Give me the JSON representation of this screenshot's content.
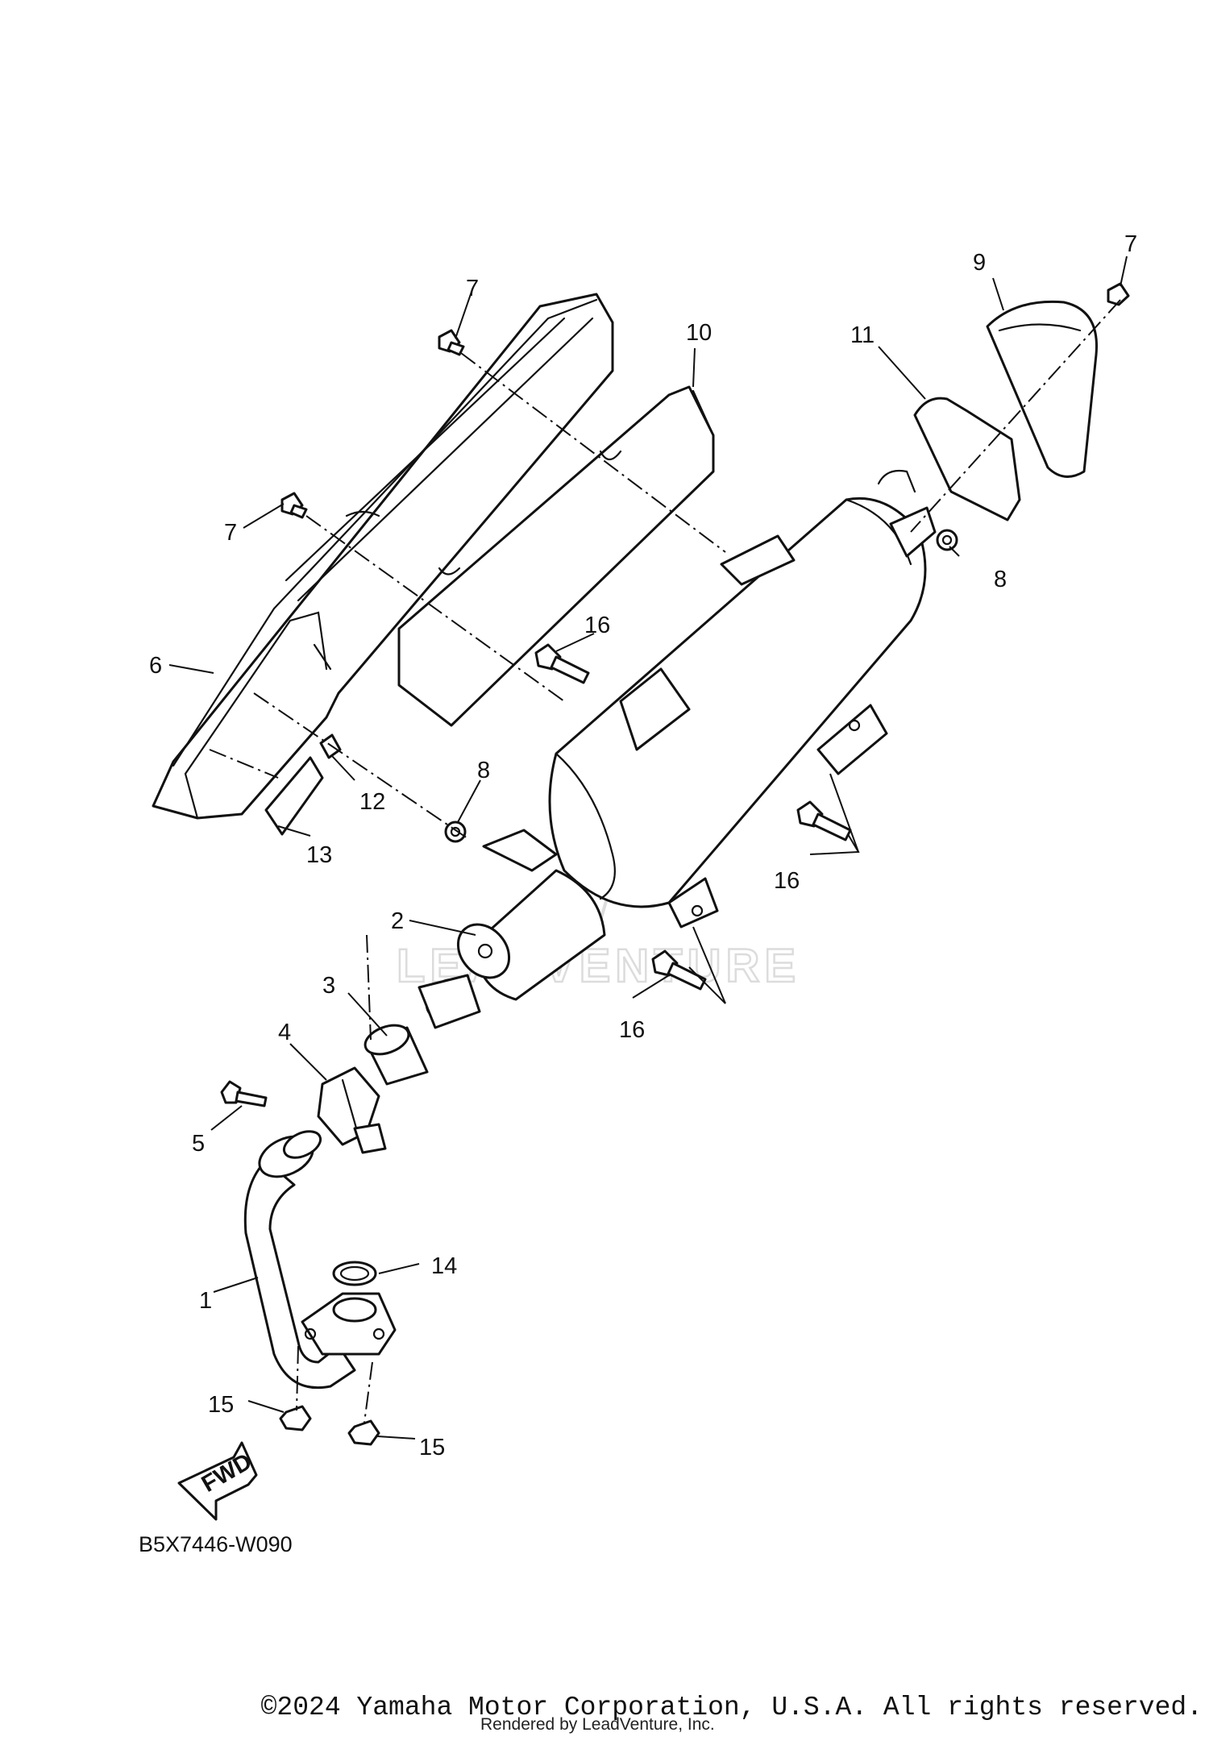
{
  "diagram": {
    "callouts": [
      {
        "id": "c1",
        "text": "1"
      },
      {
        "id": "c2",
        "text": "2"
      },
      {
        "id": "c3",
        "text": "3"
      },
      {
        "id": "c4",
        "text": "4"
      },
      {
        "id": "c5",
        "text": "5"
      },
      {
        "id": "c6",
        "text": "6"
      },
      {
        "id": "c7a",
        "text": "7"
      },
      {
        "id": "c7b",
        "text": "7"
      },
      {
        "id": "c7c",
        "text": "7"
      },
      {
        "id": "c8a",
        "text": "8"
      },
      {
        "id": "c8b",
        "text": "8"
      },
      {
        "id": "c9",
        "text": "9"
      },
      {
        "id": "c10",
        "text": "10"
      },
      {
        "id": "c11",
        "text": "11"
      },
      {
        "id": "c12",
        "text": "12"
      },
      {
        "id": "c13",
        "text": "13"
      },
      {
        "id": "c14",
        "text": "14"
      },
      {
        "id": "c15a",
        "text": "15"
      },
      {
        "id": "c15b",
        "text": "15"
      },
      {
        "id": "c16a",
        "text": "16"
      },
      {
        "id": "c16b",
        "text": "16"
      },
      {
        "id": "c16c",
        "text": "16"
      }
    ],
    "fwd_label": "FWD",
    "diagram_code": "B5X7446-W090",
    "watermark": "LEADVENTURE"
  },
  "footer": {
    "copyright": "©2024 Yamaha Motor Corporation, U.S.A. All rights reserved.",
    "rendered_by": "Rendered by LeadVenture, Inc."
  }
}
